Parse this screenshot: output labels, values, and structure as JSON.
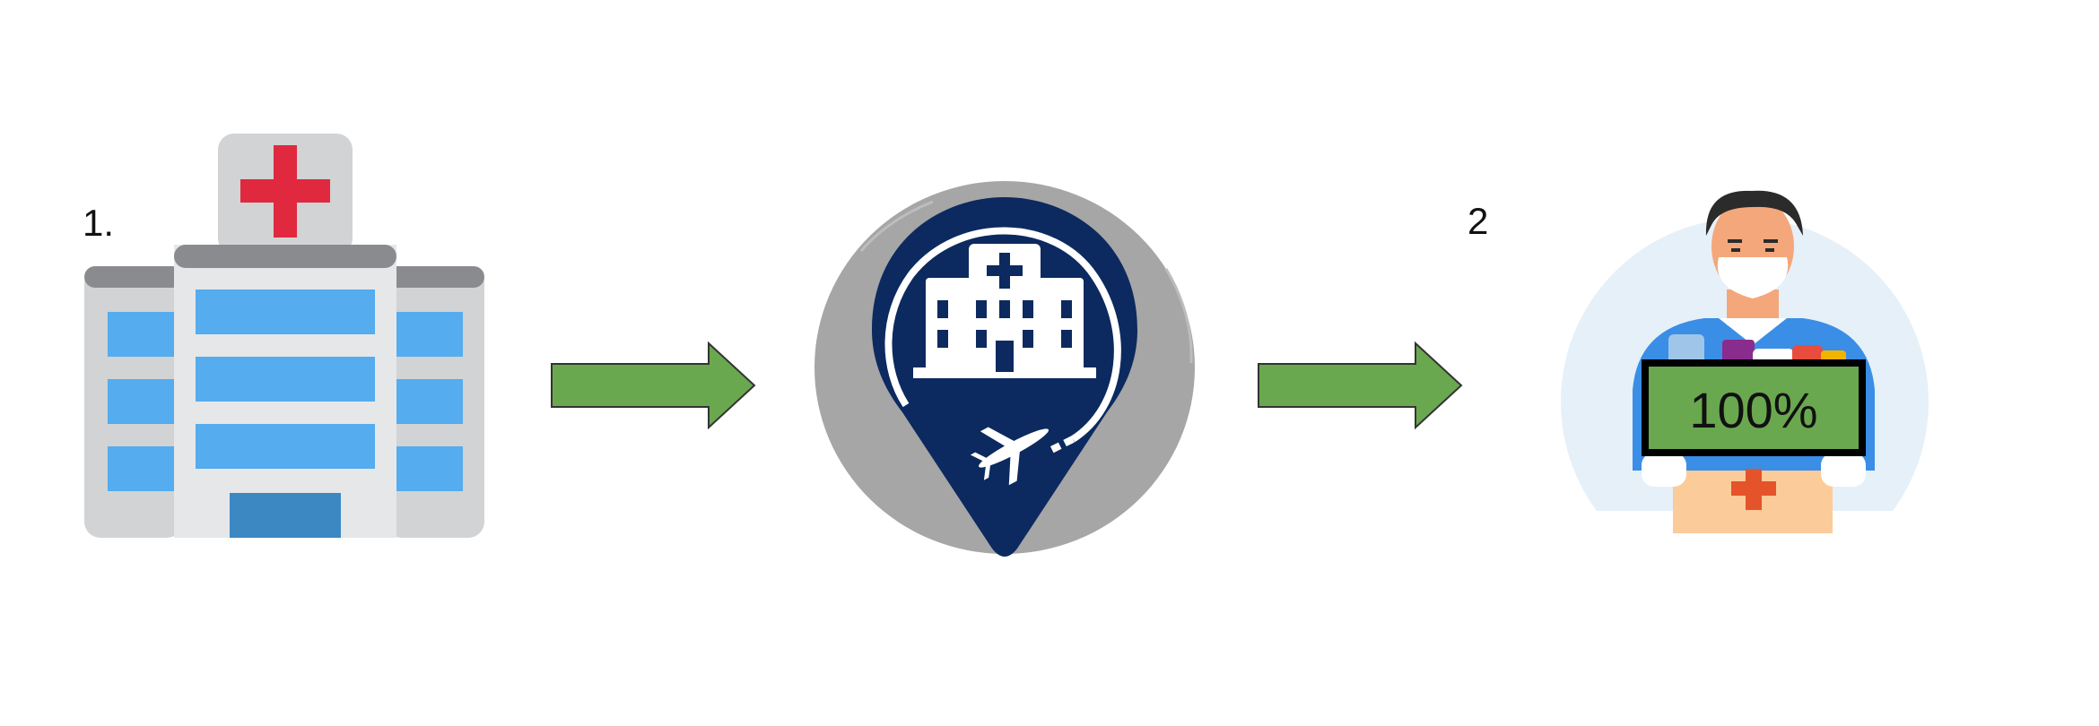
{
  "steps": [
    {
      "label": "1.",
      "icon": "hospital-building-icon"
    },
    {
      "label": "2",
      "icon": "medical-worker-with-supplies-icon"
    }
  ],
  "middle_icon": "hospital-location-pin-with-airplane-icon",
  "connector_icon": "right-arrow-icon",
  "progress_box": {
    "text": "100%",
    "value": 1.0
  },
  "colors": {
    "arrow_fill": "#6aa84f",
    "pin_navy": "#0c2a5f",
    "pin_backdrop": "#a6a6a6",
    "cross_red": "#e0283f",
    "window_blue": "#55acee",
    "progress_green": "#6aa84f"
  }
}
